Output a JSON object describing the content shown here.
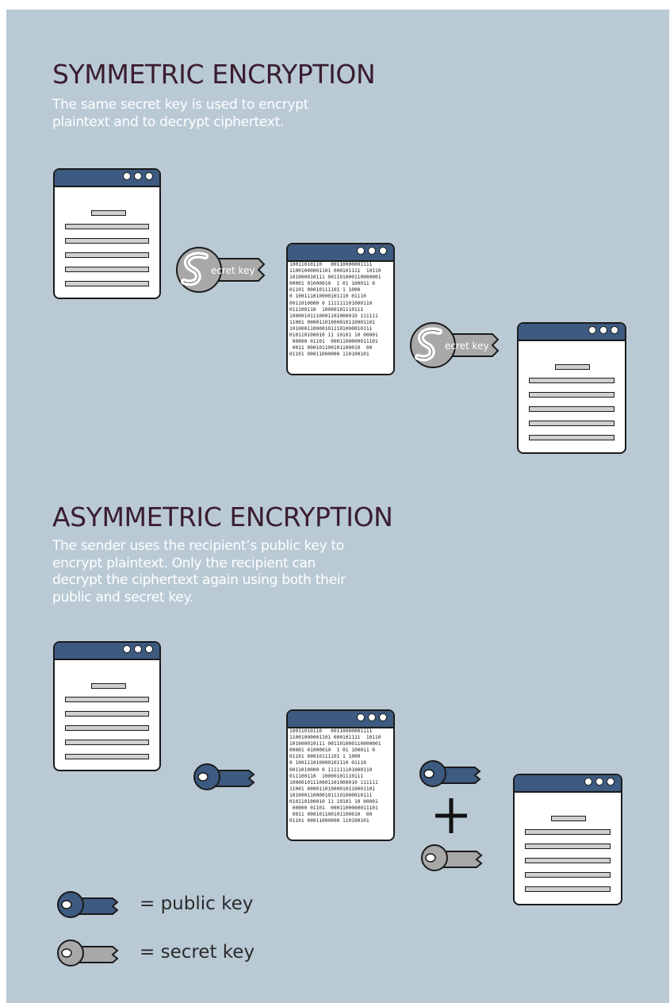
{
  "symmetric": {
    "heading": "SYMMETRIC ENCRYPTION",
    "description": "The same secret key is used to encrypt\nplaintext and to decrypt ciphertext.",
    "key_label": "ecret key"
  },
  "asymmetric": {
    "heading": "ASYMMETRIC ENCRYPTION",
    "description": "The sender uses the recipient’s public key to\nencrypt plaintext. Only the recipient can\ndecrypt the ciphertext again using both their\npublic and secret key.",
    "plus": "+"
  },
  "legend": {
    "public_key": "= public key",
    "secret_key": "= secret key"
  },
  "ciphertext": "10011010110   00110000001111\n11001000001101 000101111  10110\n101000010111 001101000110000001\n00001 01000010  1 01 100011 0\n01101 00010111101 1 1000\n0 100111010000101110 01110\n0011010000 0 111111101000110\n011100110  10000101110111\n10000101110001101000010 111111\n11001 00001101000010110001101\n1010001100001011101000010111\n010110100010 11 10101 10 00001\n 00000 01101  0001100000011101\n 0011 000101100101100010  00\n01101 00011000000 110100101",
  "colors": {
    "background": "#b9cad5",
    "heading": "#3a1d2e",
    "window_bar": "#3d5a80",
    "public_key": "#3d5a80",
    "secret_key": "#a8a8a8"
  },
  "icons": [
    "window-icon",
    "ciphertext-window-icon",
    "secret-key-icon",
    "public-key-icon",
    "plus-icon"
  ]
}
